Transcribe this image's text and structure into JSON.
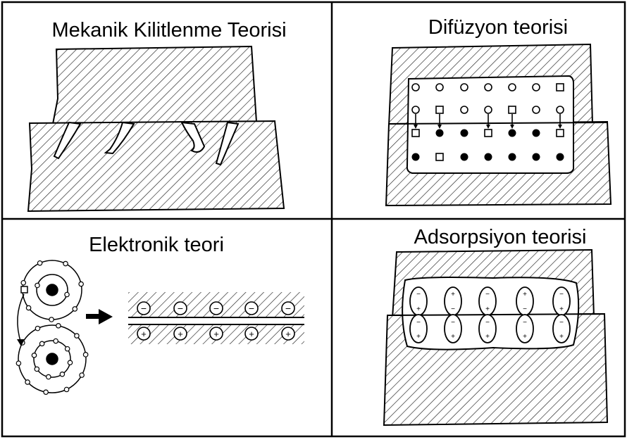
{
  "panels": {
    "mechanical": {
      "title": "Mekanik Kilitlenme Teorisi"
    },
    "diffusion": {
      "title": "Difüzyon teorisi"
    },
    "electronic": {
      "title": "Elektronik teori"
    },
    "adsorption": {
      "title": "Adsorpsiyon teorisi"
    }
  },
  "symbols": {
    "minus": "−",
    "plus": "+"
  },
  "colors": {
    "line": "#000000",
    "background": "#ffffff"
  }
}
